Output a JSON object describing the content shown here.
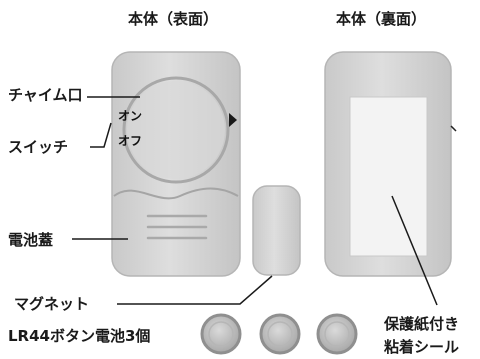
{
  "headings": {
    "front": "本体（表面）",
    "back": "本体（裏面）"
  },
  "labels": {
    "chime": "チャイム口",
    "switch": "スイッチ",
    "on": "オン",
    "off": "オフ",
    "battery_cover": "電池蓋",
    "magnet": "マグネット",
    "batteries": "LR44ボタン電池3個",
    "sticker_line1": "保護紙付き",
    "sticker_line2": "粘着シール"
  },
  "colors": {
    "device_body": "#d4d4d4",
    "device_edge": "#b8b8b8",
    "sticker": "#f2f2f2",
    "battery_ring": "#9a9a9a",
    "battery_face": "#c7c7c7"
  }
}
